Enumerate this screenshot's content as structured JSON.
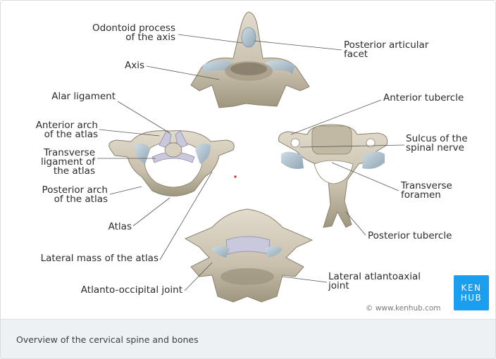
{
  "labels": {
    "odontoid": [
      "Odontoid process",
      "of the axis"
    ],
    "axis": [
      "Axis"
    ],
    "alar": [
      "Alar ligament"
    ],
    "anterior_arch": [
      "Anterior arch",
      "of the atlas"
    ],
    "transverse_lig": [
      "Transverse",
      "ligament of",
      "the atlas"
    ],
    "posterior_arch": [
      "Posterior arch",
      "of the atlas"
    ],
    "atlas": [
      "Atlas"
    ],
    "lateral_mass": [
      "Lateral mass of the atlas"
    ],
    "atlanto_occipital": [
      "Atlanto-occipital joint"
    ],
    "posterior_facet": [
      "Posterior articular",
      "facet"
    ],
    "anterior_tubercle": [
      "Anterior tubercle"
    ],
    "sulcus": [
      "Sulcus of the",
      "spinal nerve"
    ],
    "transverse_foramen": [
      "Transverse",
      "foramen"
    ],
    "posterior_tubercle": [
      "Posterior tubercle"
    ],
    "lateral_atlantoaxial": [
      "Lateral atlantoaxial",
      "joint"
    ]
  },
  "badge": {
    "line1": "KEN",
    "line2": "HUB",
    "color": "#1a9ef0"
  },
  "credit": "© www.kenhub.com",
  "caption": "Overview of the cervical spine and bones",
  "colors": {
    "bone": "#cfc7b6",
    "bone_shadow": "#a39a86",
    "cartilage": "#a9bcc8",
    "ligament": "#c9c8dc",
    "leader": "#555555"
  }
}
